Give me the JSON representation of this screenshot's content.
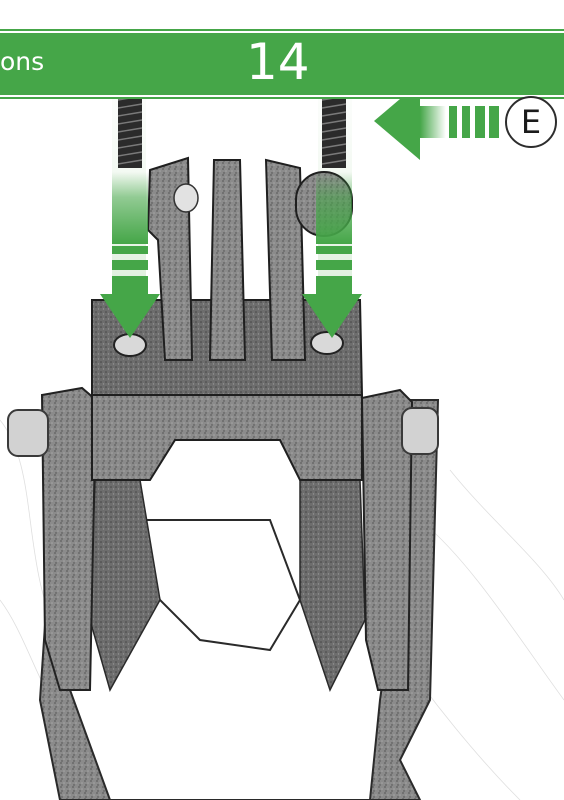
{
  "header": {
    "partial_title": "ons",
    "step_number": "14",
    "band_color": "#45a648"
  },
  "callout": {
    "label": "E",
    "arrow_color": "#3e9e3f",
    "icon": "arrow-left-icon"
  },
  "illustration": {
    "subject": "action-camera-mount-assembly",
    "fasteners": [
      "screw-left-icon",
      "screw-right-icon"
    ],
    "insert_arrows": [
      "arrow-down-icon",
      "arrow-down-icon"
    ]
  }
}
